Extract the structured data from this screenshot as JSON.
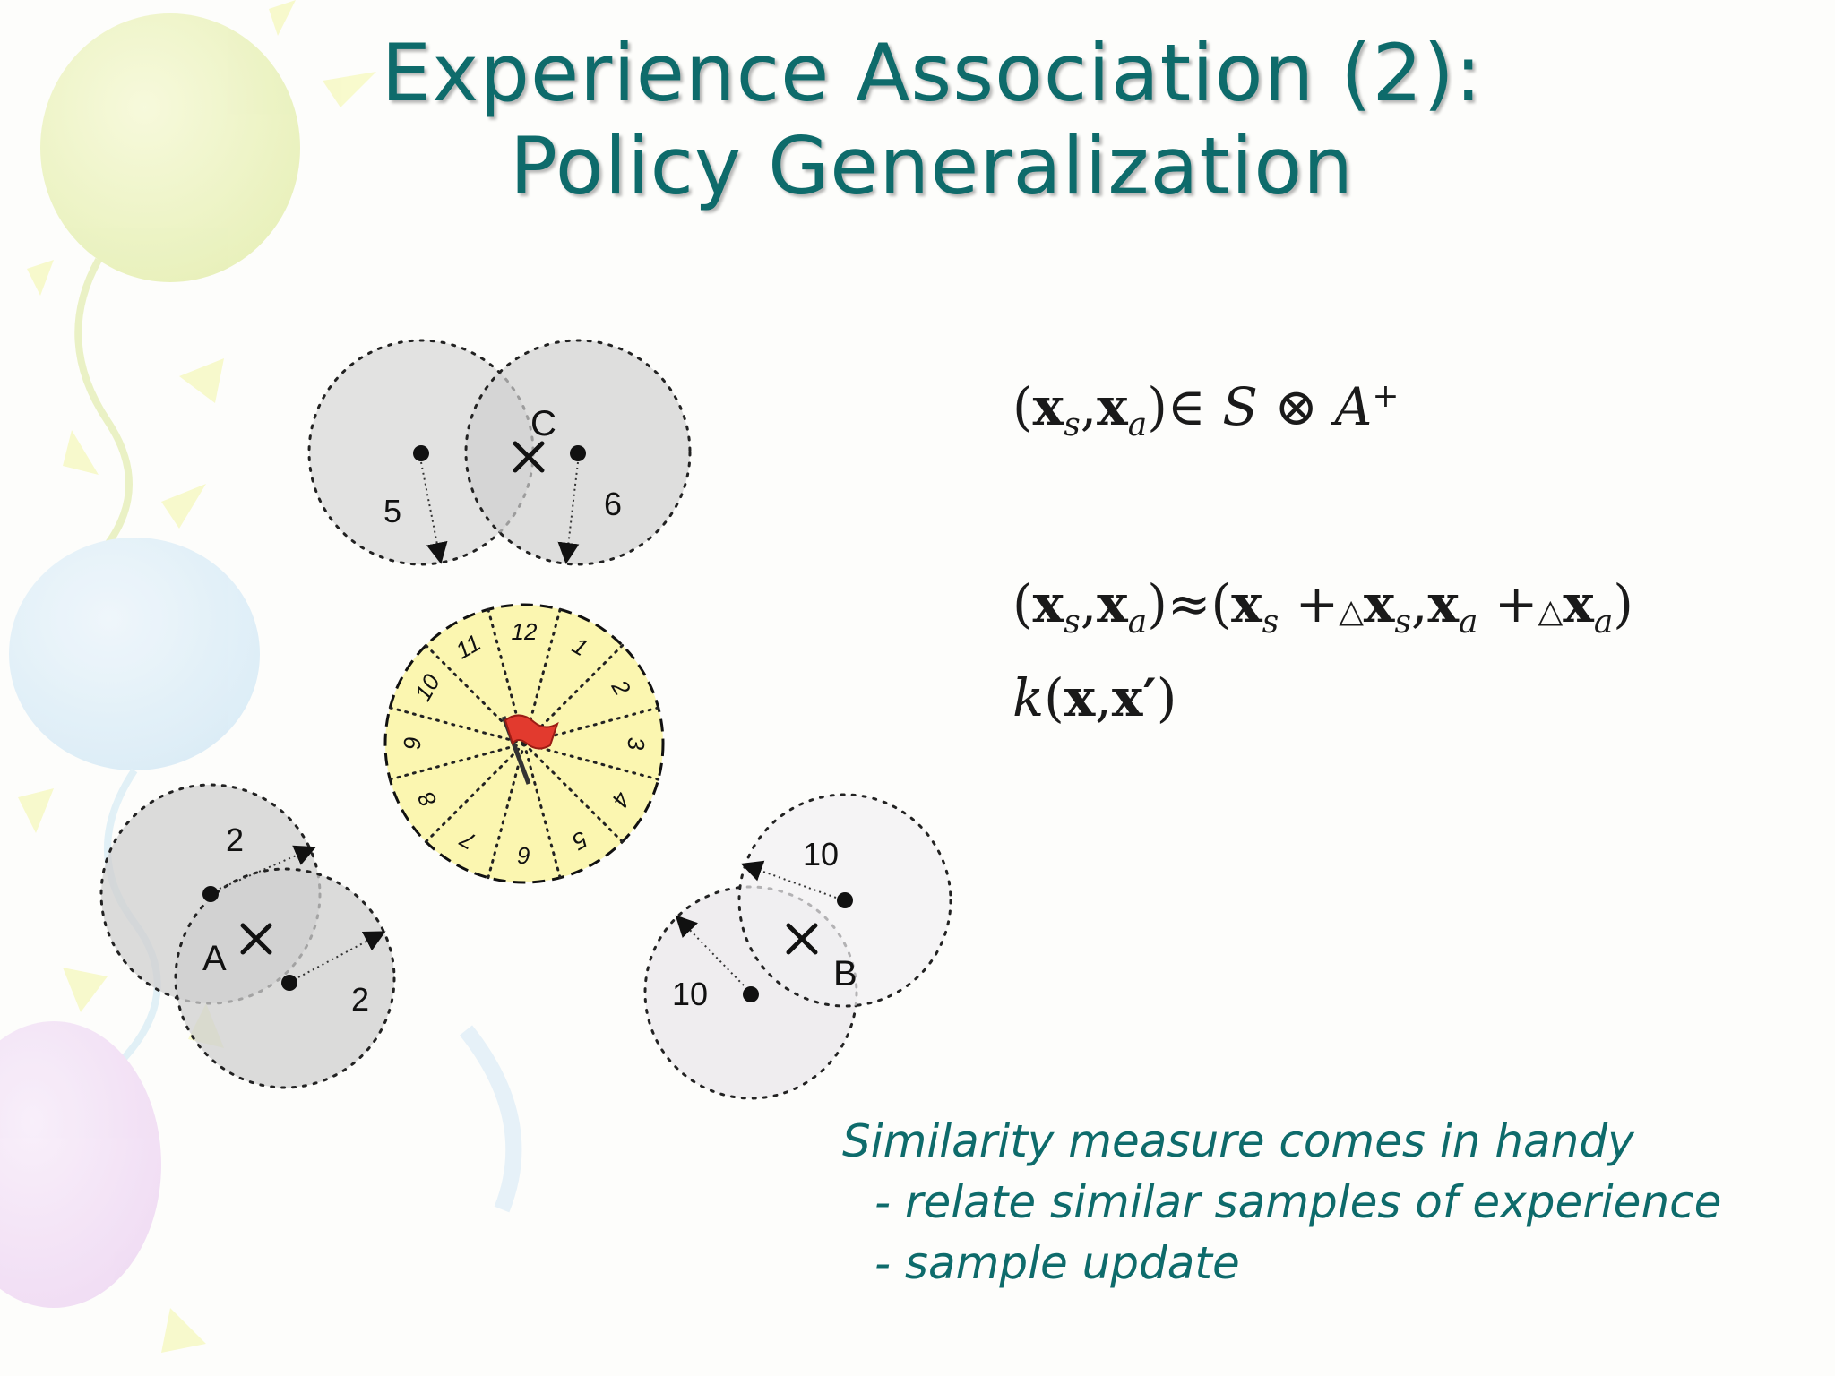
{
  "slide": {
    "title_line1": "Experience Association (2):",
    "title_line2": "Policy Generalization",
    "colors": {
      "title": "#0e6b6b",
      "note": "#0e6b6b",
      "clock_fill": "#fbf6b0",
      "flag": "#e23a2e"
    }
  },
  "diagram": {
    "clock_numbers": [
      "12",
      "1",
      "2",
      "3",
      "4",
      "5",
      "6",
      "7",
      "8",
      "9",
      "10",
      "11"
    ],
    "group_c": {
      "label": "C",
      "left_value": "5",
      "right_value": "6"
    },
    "group_a": {
      "label": "A",
      "top_value": "2",
      "bottom_value": "2"
    },
    "group_b": {
      "label": "B",
      "top_value": "10",
      "bottom_value": "10"
    },
    "icons": [
      "flag-icon",
      "cross-marker-icon"
    ]
  },
  "formulas": {
    "f1": {
      "x": "x",
      "s": "s",
      "a": "a",
      "in": "∈",
      "S": "S",
      "otimes": "⊗",
      "A": "A",
      "plus": "+"
    },
    "f2": {
      "approx": "≈",
      "tri": "△"
    },
    "f3": {
      "k": "k",
      "x": "x",
      "xp": "x′"
    }
  },
  "note": {
    "line1": "Similarity measure comes in handy",
    "line2": "- relate similar samples of experience",
    "line3": "- sample update"
  }
}
